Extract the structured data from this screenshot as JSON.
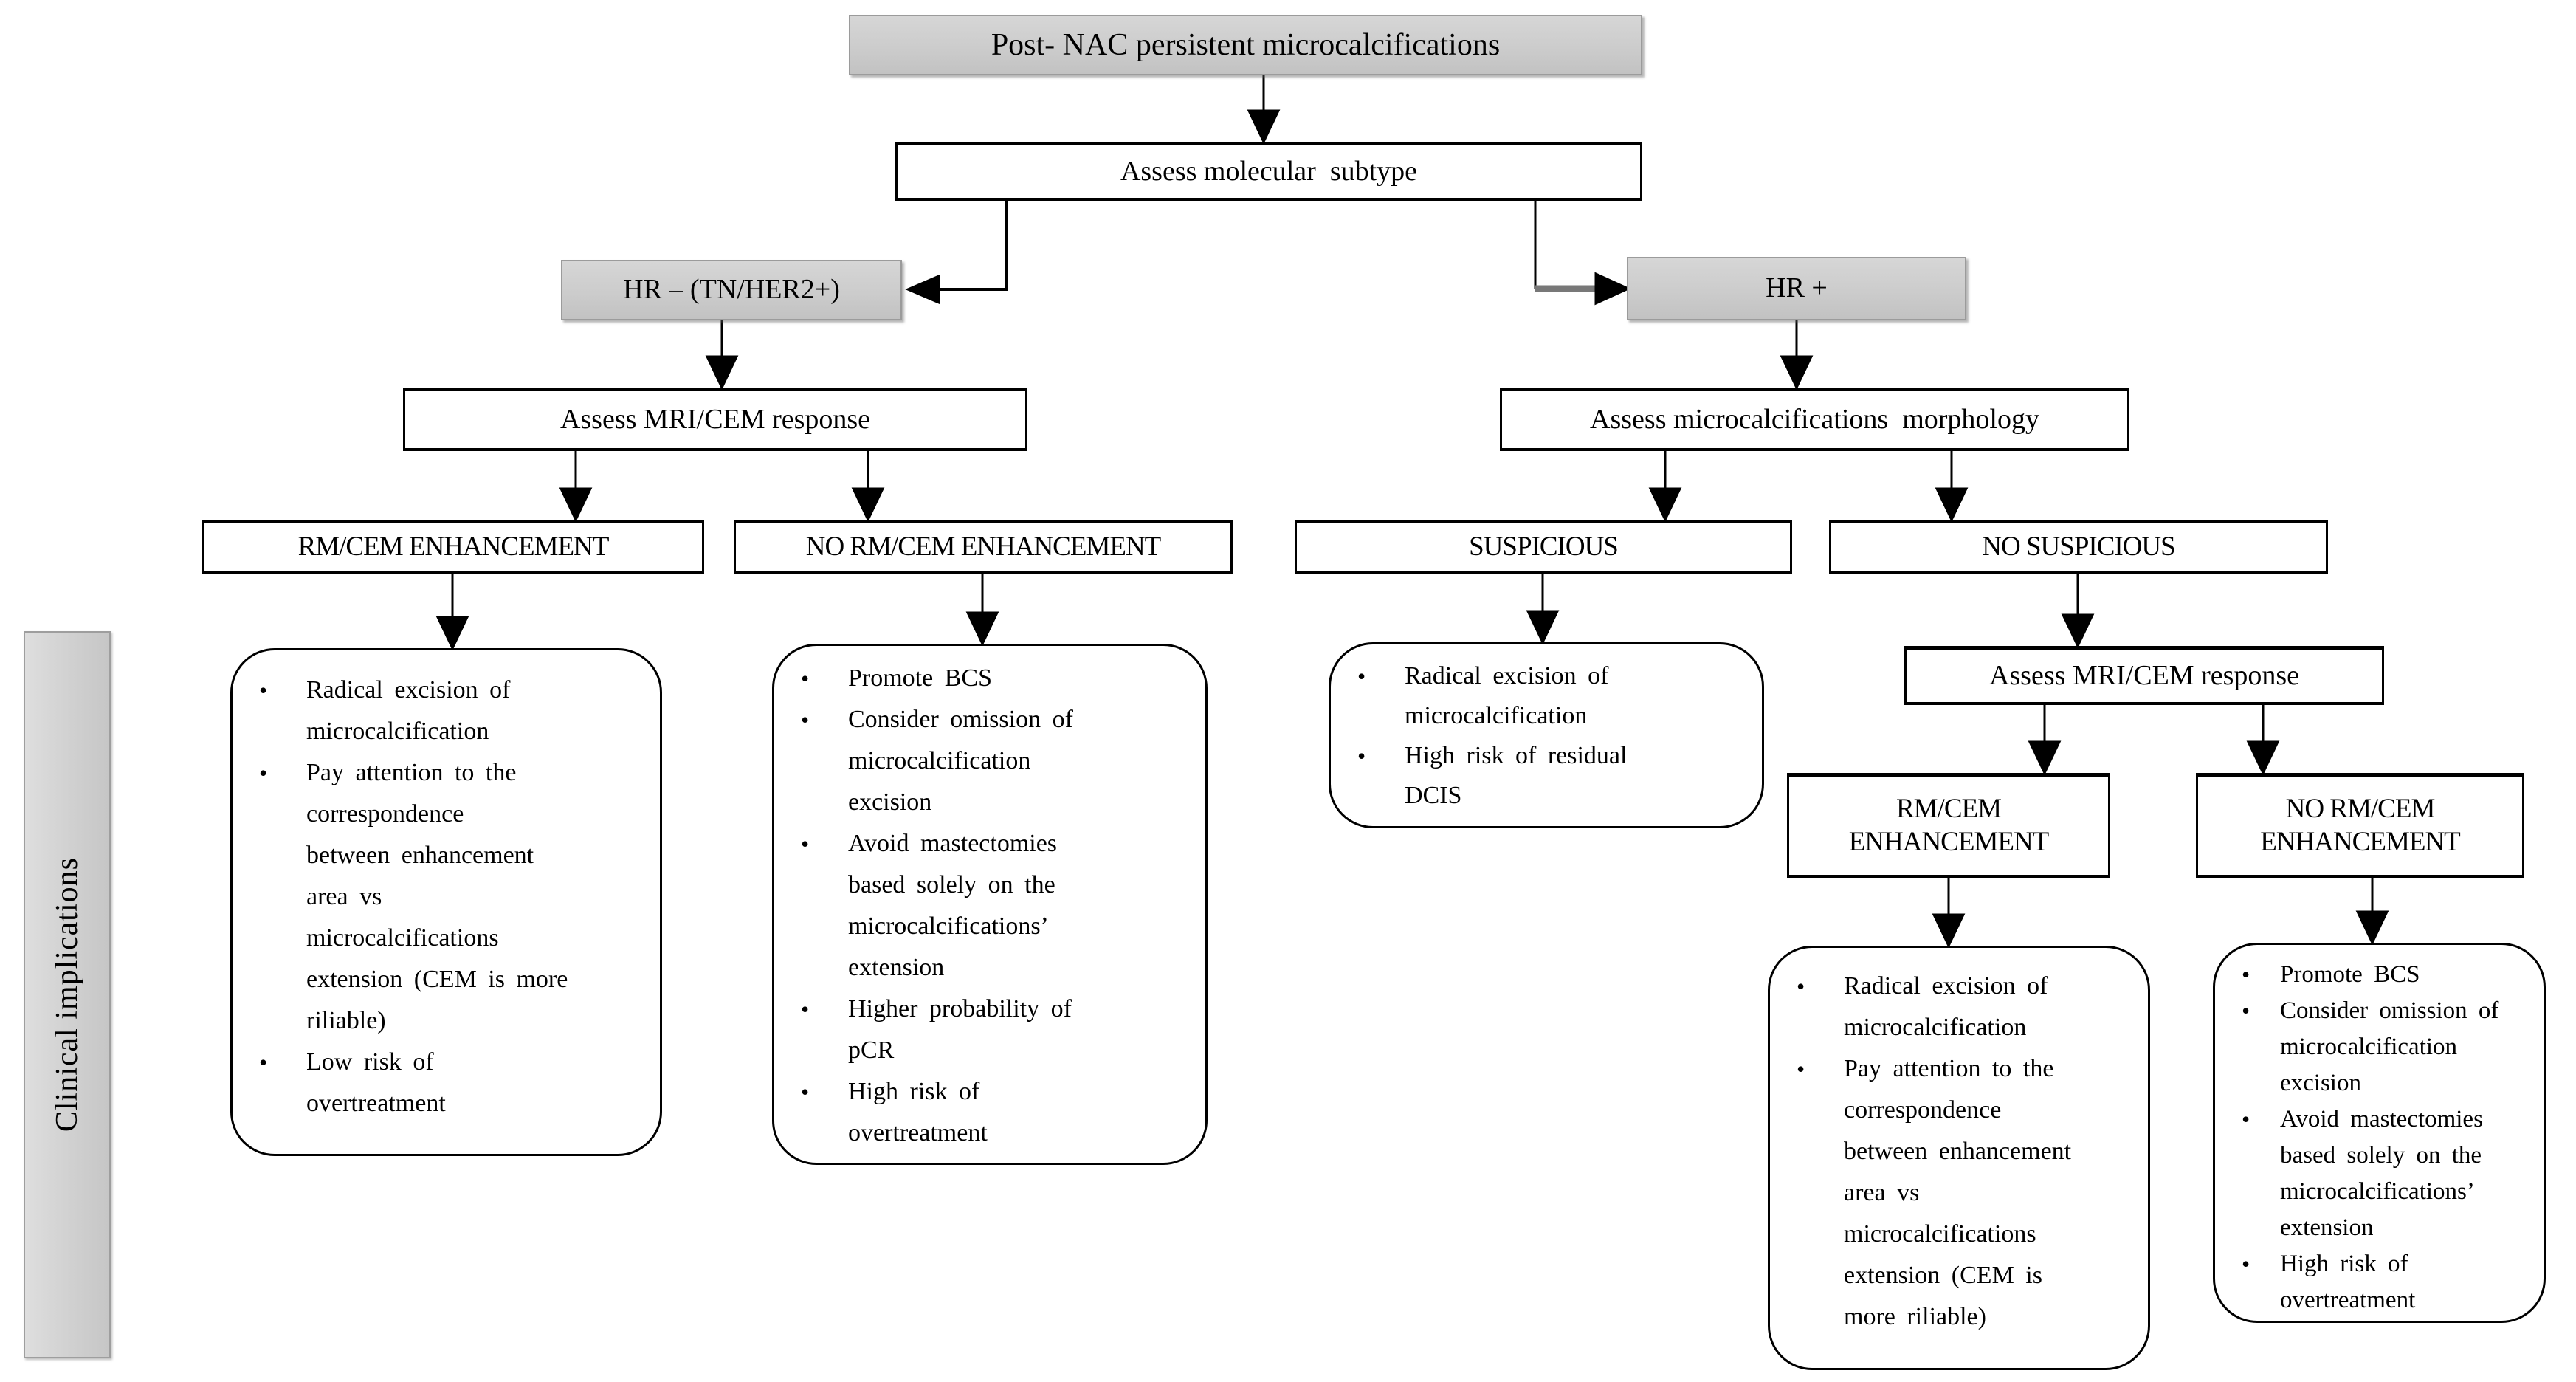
{
  "diagram": {
    "sidebar_label": "Clinical implications",
    "root": "Post- NAC persistent microcalcifications",
    "nodes": {
      "molecular_subtype": "Assess molecular  subtype",
      "hr_negative": "HR – (TN/HER2+)",
      "hr_positive": "HR +",
      "assess_mri_cem_left": "Assess MRI/CEM response",
      "assess_morphology": "Assess microcalcifications  morphology",
      "rm_cem_enh_left": "RM/CEM ENHANCEMENT",
      "no_rm_cem_enh_left": "NO RM/CEM ENHANCEMENT",
      "suspicious": "SUSPICIOUS",
      "no_suspicious": "NO SUSPICIOUS",
      "assess_mri_cem_right": "Assess MRI/CEM response",
      "rm_cem_enh_right_line1": "RM/CEM",
      "rm_cem_enh_right_line2": "ENHANCEMENT",
      "no_rm_cem_enh_right_line1": "NO RM/CEM",
      "no_rm_cem_enh_right_line2": "ENHANCEMENT"
    },
    "outcomes": {
      "box1": {
        "bullets": [
          "Radical excision of\nmicrocalcification",
          "Pay attention to the\ncorrespondence\nbetween enhancement\narea vs\nmicrocalcifications\nextension (CEM is more\nriliable)",
          "Low risk of\novertreatment"
        ]
      },
      "box2": {
        "bullets": [
          "Promote BCS",
          "Consider omission of\nmicrocalcification\nexcision",
          "Avoid mastectomies\nbased solely on the\nmicrocalcifications’\nextension",
          "Higher probability of\npCR",
          "High risk of\novertreatment"
        ]
      },
      "box3": {
        "bullets": [
          "Radical excision of\nmicrocalcification",
          "High risk of residual\nDCIS"
        ]
      },
      "box4": {
        "bullets": [
          "Radical excision of\nmicrocalcification",
          "Pay attention to the\ncorrespondence\nbetween enhancement\narea vs\nmicrocalcifications\nextension (CEM is\nmore riliable)"
        ]
      },
      "box5": {
        "bullets": [
          "Promote BCS",
          "Consider omission of\nmicrocalcification\nexcision",
          "Avoid mastectomies\nbased solely on the\nmicrocalcifications’\nextension",
          "High risk of\novertreatment"
        ]
      }
    },
    "colors": {
      "node_gray_fill": "#cccccc",
      "node_gray_border": "#9b9b9b",
      "node_white_border": "#000000",
      "connector": "#000000",
      "connector_thick_gray": "#787878",
      "background": "#ffffff"
    }
  }
}
